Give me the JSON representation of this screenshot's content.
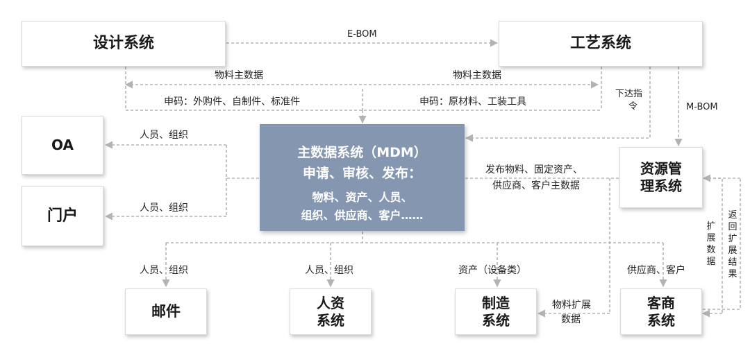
{
  "systems": {
    "design": "设计系统",
    "process": "工艺系统",
    "oa": "OA",
    "portal": "门户",
    "resource_line1": "资源管",
    "resource_line2": "理系统",
    "mail": "邮件",
    "hr_line1": "人资",
    "hr_line2": "系统",
    "mfg_line1": "制造",
    "mfg_line2": "系统",
    "cust_line1": "客商",
    "cust_line2": "系统"
  },
  "mdm": {
    "title": "主数据系统（MDM）",
    "subtitle": "申请、审核、发布：",
    "items_line1": "物料、资产、人员、",
    "items_line2": "组织、供应商、客户……"
  },
  "labels": {
    "ebom": "E-BOM",
    "material_master_left": "物料主数据",
    "material_master_right": "物料主数据",
    "code_left": "申码：外购件、自制件、标准件",
    "code_right": "申码：原材料、工装工具",
    "issue_cmd_line1": "下达指",
    "issue_cmd_line2": "令",
    "mbom": "M-BOM",
    "oa_people_org": "人员、组织",
    "portal_people_org": "人员、组织",
    "publish_line1": "发布物料、固定资产、",
    "publish_line2": "供应商、客户主数据",
    "mail_people_org": "人员、组织",
    "hr_people_org": "人员、组织",
    "assets_equipment": "资产（设备类）",
    "supplier_customer": "供应商、客户",
    "material_ext_line1": "物料扩展",
    "material_ext_line2": "数据",
    "extend_data": "扩展数据",
    "return_ext_result": "返回扩展结果"
  },
  "colors": {
    "mdm_fill": "#8496b0",
    "connector": "#b3b3b3",
    "box_border": "#d9d9d9"
  }
}
